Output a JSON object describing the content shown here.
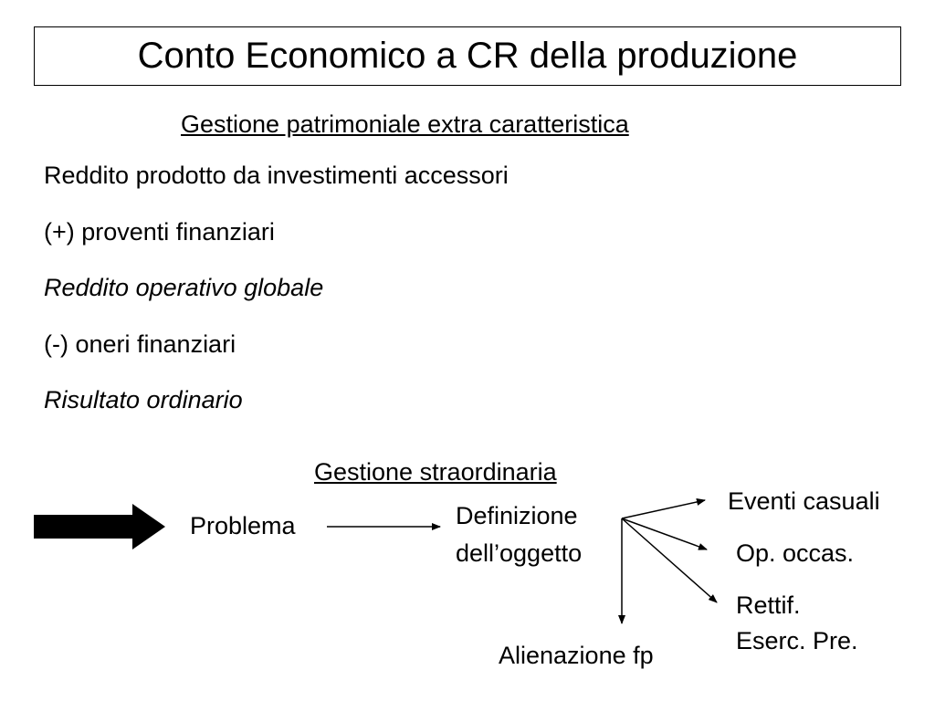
{
  "title": "Conto Economico a CR della produzione",
  "section_extra": {
    "heading": "Gestione patrimoniale extra caratteristica",
    "lines": [
      {
        "text": "Reddito prodotto da investimenti accessori",
        "italic": false
      },
      {
        "text": "(+) proventi finanziari",
        "italic": false
      },
      {
        "text": "Reddito operativo globale",
        "italic": true
      },
      {
        "text": "(-) oneri finanziari",
        "italic": false
      },
      {
        "text": "Risultato ordinario",
        "italic": true
      }
    ]
  },
  "section_straordinaria": {
    "heading": "Gestione straordinaria",
    "diagram": {
      "source": "Problema",
      "center_line1": "Definizione",
      "center_line2": "dell’oggetto",
      "targets": {
        "eventi": "Eventi casuali",
        "op": "Op. occas.",
        "rettif_line1": "Rettif.",
        "rettif_line2": "Eserc. Pre.",
        "alienazione": "Alienazione fp"
      }
    }
  }
}
